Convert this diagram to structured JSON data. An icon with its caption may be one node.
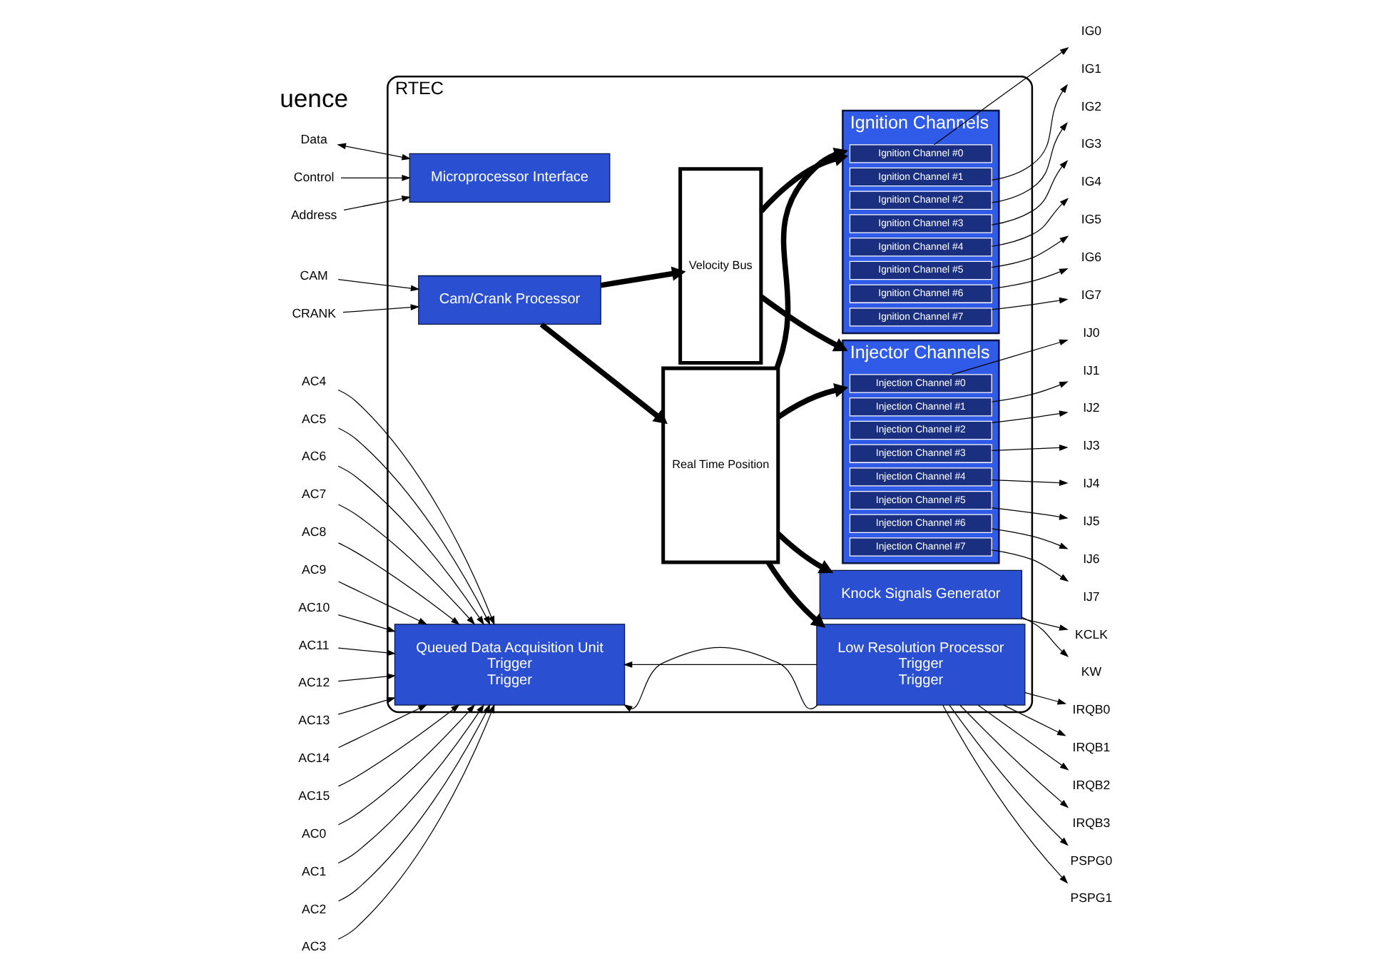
{
  "diagram": {
    "nodes": [
      {
        "text": [
          "RTEC"
        ]
      },
      {
        "text": [
          "Microprocessor Interface"
        ],
        "in": 0
      },
      {
        "text": [
          "Cam/Crank Processor"
        ],
        "in": 0
      },
      {
        "text": [
          "Queued Data Acquisition Unit",
          "Trigger",
          "Trigger"
        ],
        "in": 0
      },
      {
        "text": [
          "Velocity Bus"
        ],
        "in": 0
      },
      {
        "text": [
          "Real Time Position"
        ],
        "in": 0
      },
      {
        "text": [
          "Ignition Channels"
        ],
        "in": 0
      },
      {
        "text": [
          "Ignition Channel #0"
        ],
        "in": 6
      },
      {
        "text": [
          "Ignition Channel #1"
        ],
        "in": 6
      },
      {
        "text": [
          "Ignition Channel #2"
        ],
        "in": 6
      },
      {
        "text": [
          "Ignition Channel #3"
        ],
        "in": 6
      },
      {
        "text": [
          "Ignition Channel #4"
        ],
        "in": 6
      },
      {
        "text": [
          "Ignition Channel #5"
        ],
        "in": 6
      },
      {
        "text": [
          "Ignition Channel #6"
        ],
        "in": 6
      },
      {
        "text": [
          "Ignition Channel #7"
        ],
        "in": 6
      },
      {
        "text": [
          "Knock Signals Generator"
        ],
        "in": 0
      },
      {
        "text": [
          "Injector Channels"
        ],
        "in": 0
      },
      {
        "text": [
          "Injection Channel #0"
        ],
        "in": 16
      },
      {
        "text": [
          "Injection Channel #1"
        ],
        "in": 16
      },
      {
        "text": [
          "Injection Channel #2"
        ],
        "in": 16
      },
      {
        "text": [
          "Injection Channel #3"
        ],
        "in": 16
      },
      {
        "text": [
          "Injection Channel #4"
        ],
        "in": 16
      },
      {
        "text": [
          "Injection Channel #5"
        ],
        "in": 16
      },
      {
        "text": [
          "Injection Channel #6"
        ],
        "in": 16
      },
      {
        "text": [
          "Injection Channel #7"
        ],
        "in": 16
      },
      {
        "text": [
          "Low Resolution Processor",
          "Trigger",
          "Trigger"
        ],
        "in": 0
      },
      {
        "text": [
          "Address"
        ]
      },
      {
        "text": [
          "Data"
        ]
      },
      {
        "text": [
          "Control"
        ]
      },
      {
        "text": [
          "CAM"
        ]
      },
      {
        "text": [
          "CRANK"
        ]
      },
      {
        "text": [
          "AC0"
        ]
      },
      {
        "text": [
          "AC1"
        ]
      },
      {
        "text": [
          "AC2"
        ]
      },
      {
        "text": [
          "AC3"
        ]
      },
      {
        "text": [
          "AC4"
        ]
      },
      {
        "text": [
          "AC5"
        ]
      },
      {
        "text": [
          "AC6"
        ]
      },
      {
        "text": [
          "AC7"
        ]
      },
      {
        "text": [
          "AC8"
        ]
      },
      {
        "text": [
          "AC9"
        ]
      },
      {
        "text": [
          "AC10"
        ]
      },
      {
        "text": [
          "AC11"
        ]
      },
      {
        "text": [
          "AC12"
        ]
      },
      {
        "text": [
          "AC13"
        ]
      },
      {
        "text": [
          "AC14"
        ]
      },
      {
        "text": [
          "AC15"
        ]
      },
      {
        "text": [
          "IG0"
        ]
      },
      {
        "text": [
          "IG1"
        ]
      },
      {
        "text": [
          "IG2"
        ]
      },
      {
        "text": [
          "IG3"
        ]
      },
      {
        "text": [
          "IG4"
        ]
      },
      {
        "text": [
          "IG5"
        ]
      },
      {
        "text": [
          "IG6"
        ]
      },
      {
        "text": [
          "IG7"
        ]
      },
      {
        "text": [
          "KCLK"
        ]
      },
      {
        "text": [
          "KW"
        ]
      },
      {
        "text": [
          "IJ0"
        ]
      },
      {
        "text": [
          "IJ1"
        ]
      },
      {
        "text": [
          "IJ2"
        ]
      },
      {
        "text": [
          "IJ3"
        ]
      },
      {
        "text": [
          "IJ4"
        ]
      },
      {
        "text": [
          "IJ5"
        ]
      },
      {
        "text": [
          "IJ6"
        ]
      },
      {
        "text": [
          "IJ7"
        ]
      },
      {
        "text": [
          "IRQB0"
        ]
      },
      {
        "text": [
          "IRQB1"
        ]
      },
      {
        "text": [
          "IRQB2"
        ]
      },
      {
        "text": [
          "IRQB3"
        ]
      },
      {
        "text": [
          "PSPG0"
        ]
      },
      {
        "text": [
          "PSPG1"
        ]
      }
    ],
    "edges": [
      {
        "from": 26,
        "to": 1,
        "arrow": "to"
      },
      {
        "from": 27,
        "to": 1,
        "arrow": "both"
      },
      {
        "from": 28,
        "to": 1,
        "arrow": "to"
      },
      {
        "from": 29,
        "to": 2,
        "arrow": "to"
      },
      {
        "from": 30,
        "to": 2,
        "arrow": "to"
      },
      {
        "from": 31,
        "to": 3,
        "arrow": "to"
      },
      {
        "from": 32,
        "to": 3,
        "arrow": "to"
      },
      {
        "from": 33,
        "to": 3,
        "arrow": "to"
      },
      {
        "from": 34,
        "to": 3,
        "arrow": "to"
      },
      {
        "from": 35,
        "to": 3,
        "arrow": "to"
      },
      {
        "from": 36,
        "to": 3,
        "arrow": "to"
      },
      {
        "from": 37,
        "to": 3,
        "arrow": "to"
      },
      {
        "from": 38,
        "to": 3,
        "arrow": "to"
      },
      {
        "from": 39,
        "to": 3,
        "arrow": "to"
      },
      {
        "from": 40,
        "to": 3,
        "arrow": "to"
      },
      {
        "from": 41,
        "to": 3,
        "arrow": "to"
      },
      {
        "from": 42,
        "to": 3,
        "arrow": "to"
      },
      {
        "from": 43,
        "to": 3,
        "arrow": "to"
      },
      {
        "from": 44,
        "to": 3,
        "arrow": "to"
      },
      {
        "from": 45,
        "to": 3,
        "arrow": "to"
      },
      {
        "from": 46,
        "to": 3,
        "arrow": "to"
      },
      {
        "from": 2,
        "to": 5,
        "arrow": "to",
        "style": "thick"
      },
      {
        "from": 2,
        "to": 4,
        "arrow": "to",
        "style": "thick"
      },
      {
        "from": 4,
        "to": 6,
        "arrow": "to",
        "style": "thick"
      },
      {
        "from": 5,
        "to": 6,
        "arrow": "to",
        "style": "thick"
      },
      {
        "from": 5,
        "to": 15,
        "arrow": "to",
        "style": "thick"
      },
      {
        "from": 4,
        "to": 16,
        "arrow": "to",
        "style": "thick"
      },
      {
        "from": 5,
        "to": 16,
        "arrow": "to",
        "style": "thick"
      },
      {
        "from": 5,
        "to": 25,
        "arrow": "to",
        "style": "thick"
      },
      {
        "from": 25,
        "to": 3,
        "arrow": "to"
      },
      {
        "from": 25,
        "to": 3,
        "arrow": "to"
      },
      {
        "from": 7,
        "to": 47,
        "arrow": "to"
      },
      {
        "from": 8,
        "to": 48,
        "arrow": "to"
      },
      {
        "from": 9,
        "to": 49,
        "arrow": "to"
      },
      {
        "from": 10,
        "to": 50,
        "arrow": "to"
      },
      {
        "from": 11,
        "to": 51,
        "arrow": "to"
      },
      {
        "from": 12,
        "to": 52,
        "arrow": "to"
      },
      {
        "from": 13,
        "to": 53,
        "arrow": "to"
      },
      {
        "from": 14,
        "to": 54,
        "arrow": "to"
      },
      {
        "from": 15,
        "to": 55,
        "arrow": "to"
      },
      {
        "from": 15,
        "to": 56,
        "arrow": "to"
      },
      {
        "from": 17,
        "to": 57,
        "arrow": "to"
      },
      {
        "from": 18,
        "to": 58,
        "arrow": "to"
      },
      {
        "from": 19,
        "to": 59,
        "arrow": "to"
      },
      {
        "from": 20,
        "to": 60,
        "arrow": "to"
      },
      {
        "from": 21,
        "to": 61,
        "arrow": "to"
      },
      {
        "from": 22,
        "to": 62,
        "arrow": "to"
      },
      {
        "from": 23,
        "to": 63,
        "arrow": "to"
      },
      {
        "from": 24,
        "to": 64,
        "arrow": "to"
      },
      {
        "from": 25,
        "to": 65,
        "arrow": "to"
      },
      {
        "from": 25,
        "to": 66,
        "arrow": "to"
      },
      {
        "from": 25,
        "to": 67,
        "arrow": "to"
      },
      {
        "from": 25,
        "to": 68,
        "arrow": "to"
      },
      {
        "from": 25,
        "to": 69,
        "arrow": "to"
      },
      {
        "from": 25,
        "to": 70,
        "arrow": "to"
      }
    ],
    "labels": [
      "uence"
    ]
  }
}
